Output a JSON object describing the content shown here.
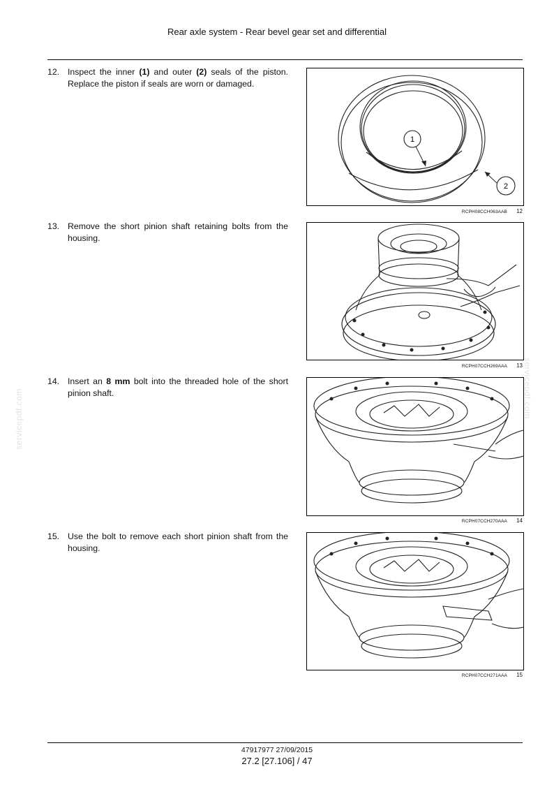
{
  "header": {
    "title": "Rear axle system - Rear bevel gear set and differential"
  },
  "steps": [
    {
      "num": "12.",
      "parts": [
        "Inspect the inner ",
        "(1)",
        " and outer ",
        "(2)",
        " seals of the piston. Replace the piston if seals are worn or damaged."
      ],
      "figure": {
        "code": "RCPH08CCH063AAB",
        "number": "12",
        "callouts": [
          "1",
          "2"
        ]
      }
    },
    {
      "num": "13.",
      "parts": [
        "Remove the short pinion shaft retaining bolts from the housing."
      ],
      "figure": {
        "code": "RCPH07CCH269AAA",
        "number": "13"
      }
    },
    {
      "num": "14.",
      "parts": [
        "Insert an ",
        "8 mm",
        " bolt into the threaded hole of the short pinion shaft."
      ],
      "figure": {
        "code": "RCPH07CCH270AAA",
        "number": "14"
      }
    },
    {
      "num": "15.",
      "parts": [
        "Use the bolt to remove each short pinion shaft from the housing."
      ],
      "figure": {
        "code": "RCPH07CCH271AAA",
        "number": "15"
      }
    }
  ],
  "watermark": "servicepdf.com",
  "footer": {
    "doc": "47917977 27/09/2015",
    "page": "27.2 [27.106] / 47"
  }
}
